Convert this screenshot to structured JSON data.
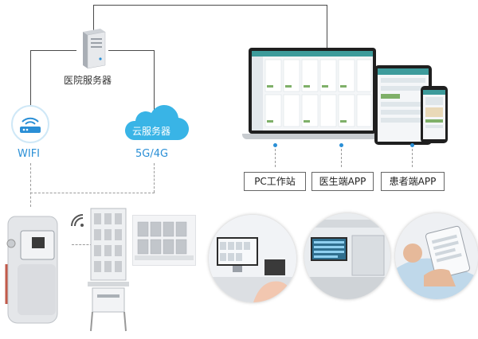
{
  "server": {
    "label": "医院服务器"
  },
  "wifi": {
    "label": "WIFI"
  },
  "cloud": {
    "label": "云服务器",
    "network": "5G/4G"
  },
  "clients": {
    "items": [
      {
        "label": "PC工作站"
      },
      {
        "label": "医生端APP"
      },
      {
        "label": "患者端APP"
      }
    ]
  },
  "colors": {
    "accent": "#2a8fd6",
    "cloud": "#39b4e6",
    "line": "#4a4a4a"
  }
}
